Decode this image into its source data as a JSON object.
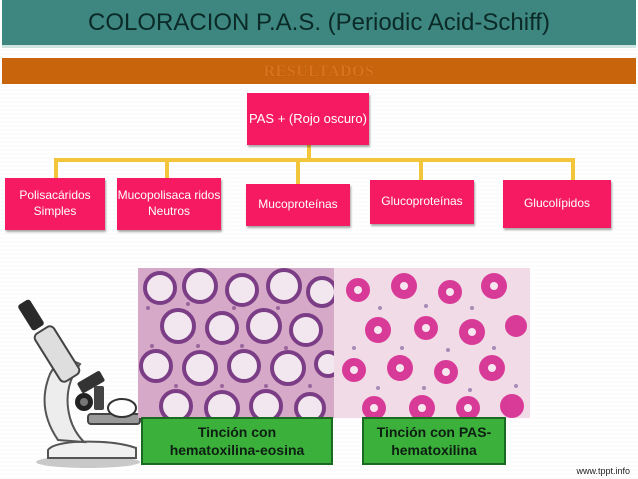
{
  "header": {
    "title": "COLORACION P.A.S. (Periodic Acid-Schiff)",
    "subtitle": "RESULTADOS"
  },
  "diagram": {
    "root": "PAS + (Rojo oscuro)",
    "children": [
      "Polisacáridos Simples",
      "Mucopolisaca ridos Neutros",
      "Mucoproteínas",
      "Glucoproteínas",
      "Glucolípidos"
    ]
  },
  "images": {
    "left_caption": "Tinción con hematoxilina-eosina",
    "right_caption": "Tinción con PAS-hematoxilina"
  },
  "footer": {
    "watermark": "www.tppt.info"
  },
  "colors": {
    "title_bar": "#3d8780",
    "results_bar": "#c8650c",
    "node": "#f51a62",
    "connector": "#f2c53a",
    "caption_box": "#3bb03b"
  }
}
